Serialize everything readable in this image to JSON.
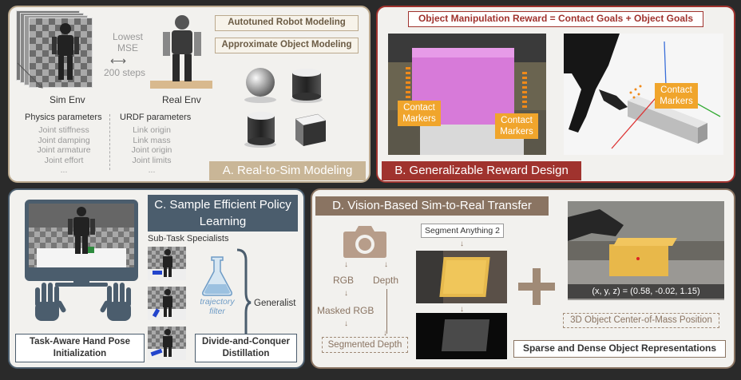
{
  "panelA": {
    "title": "A. Real-to-Sim Modeling",
    "box_robot": "Autotuned Robot Modeling",
    "box_object": "Approximate Object Modeling",
    "lowest_mse": "Lowest MSE",
    "steps": "200 steps",
    "sim_env": "Sim Env",
    "real_env": "Real Env",
    "physics_header": "Physics parameters",
    "physics_items": [
      "Joint stiffness",
      "Joint damping",
      "Joint armature",
      "Joint effort",
      "..."
    ],
    "urdf_header": "URDF parameters",
    "urdf_items": [
      "Link origin",
      "Link mass",
      "Joint origin",
      "Joint limits",
      "..."
    ]
  },
  "panelB": {
    "title": "B. Generalizable Reward Design",
    "equation": "Object Manipulation Reward = Contact Goals + Object Goals",
    "marker1": "Contact Markers",
    "marker2": "Contact Markers",
    "marker3": "Contact Markers"
  },
  "panelC": {
    "title": "C. Sample Efficient Policy Learning",
    "subtask": "Sub-Task Specialists",
    "flask_label": "trajectory filter",
    "generalist": "Generalist",
    "box_hand": "Task-Aware Hand Pose Initialization",
    "box_distill": "Divide-and-Conquer Distillation"
  },
  "panelD": {
    "title": "D. Vision-Based Sim-to-Real Transfer",
    "sam": "Segment Anything 2",
    "rgb": "RGB",
    "depth": "Depth",
    "masked_rgb": "Masked RGB",
    "segmented_depth": "Segmented Depth",
    "coords": "(x, y, z) = (0.58, -0.02, 1.15)",
    "com": "3D Object Center-of-Mass Position",
    "sparse_dense": "Sparse and Dense Object Representations"
  },
  "colors": {
    "accentA": "#bba98e",
    "accentB": "#a0332e",
    "accentC": "#4b5d6d",
    "accentD": "#8a7462",
    "marker": "#f0a52c"
  }
}
